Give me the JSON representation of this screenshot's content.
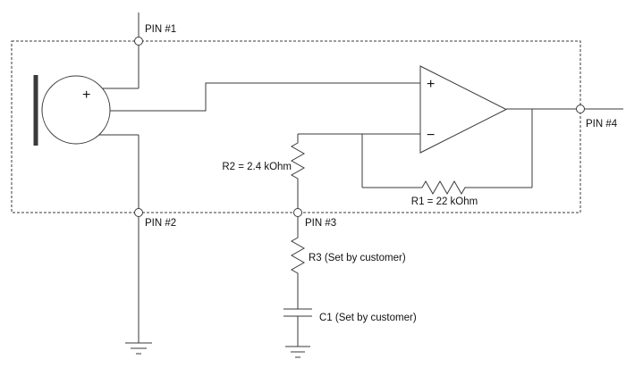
{
  "diagram": {
    "pins": {
      "pin1": "PIN #1",
      "pin2": "PIN #2",
      "pin3": "PIN #3",
      "pin4": "PIN #4"
    },
    "labels": {
      "r1": "R1 = 22 kOhm",
      "r2": "R2 = 2.4 kOhm",
      "r3": "R3 (Set by customer)",
      "c1": "C1 (Set by customer)"
    },
    "symbols": {
      "mic_positive": "+",
      "opamp_noninverting": "+",
      "opamp_inverting": "−"
    },
    "colors": {
      "line": "#3a3a3a",
      "text": "#111111",
      "background": "#ffffff"
    }
  }
}
